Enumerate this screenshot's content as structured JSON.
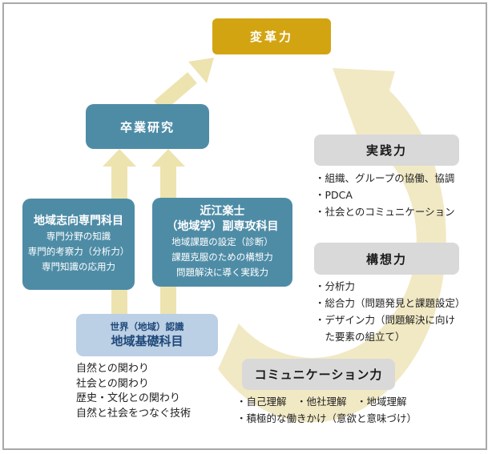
{
  "colors": {
    "gold": "#d3a412",
    "teal": "#4e8ca6",
    "light_blue": "#bbcfe5",
    "navy_text": "#1e4878",
    "gray_box": "#d9d9d9",
    "cream_ring": "#f1e9c4",
    "cream_arrow": "#ede3af",
    "frame_border": "#a9a9a9"
  },
  "boxes": {
    "henkaku": {
      "label": "変革力"
    },
    "sotsugyo": {
      "label": "卒業研究"
    },
    "chiiki_shiko": {
      "title": "地域志向専門科目",
      "lines": [
        "専門分野の知識",
        "専門的考察力（分析力）",
        "専門知識の応用力"
      ]
    },
    "omi": {
      "title_line1": "近江楽士",
      "title_line2": "（地域学）副専攻科目",
      "lines": [
        "地域課題の設定（診断）",
        "課題克服のための構想力",
        "問題解決に導く実践力"
      ]
    },
    "kiso": {
      "subtitle": "世界（地域）認識",
      "title": "地域基礎科目",
      "lines": [
        "自然との関わり",
        "社会との関わり",
        "歴史・文化との関わり",
        "自然と社会をつなぐ技術"
      ]
    }
  },
  "abilities": {
    "jissen": {
      "label": "実践力",
      "items": [
        "・組織、グループの協働、協調",
        "・PDCA",
        "・社会とのコミュニケーション"
      ]
    },
    "koso": {
      "label": "構想力",
      "items": [
        "・分析力",
        "・総合力（問題発見と課題設定）",
        "・デザイン力（問題解決に向け",
        "　た要素の組立て）"
      ]
    },
    "communication": {
      "label": "コミュニケーション力",
      "items": [
        "・自己理解　・他社理解　・地域理解",
        "・積極的な働きかけ（意欲と意味づけ）"
      ]
    }
  }
}
